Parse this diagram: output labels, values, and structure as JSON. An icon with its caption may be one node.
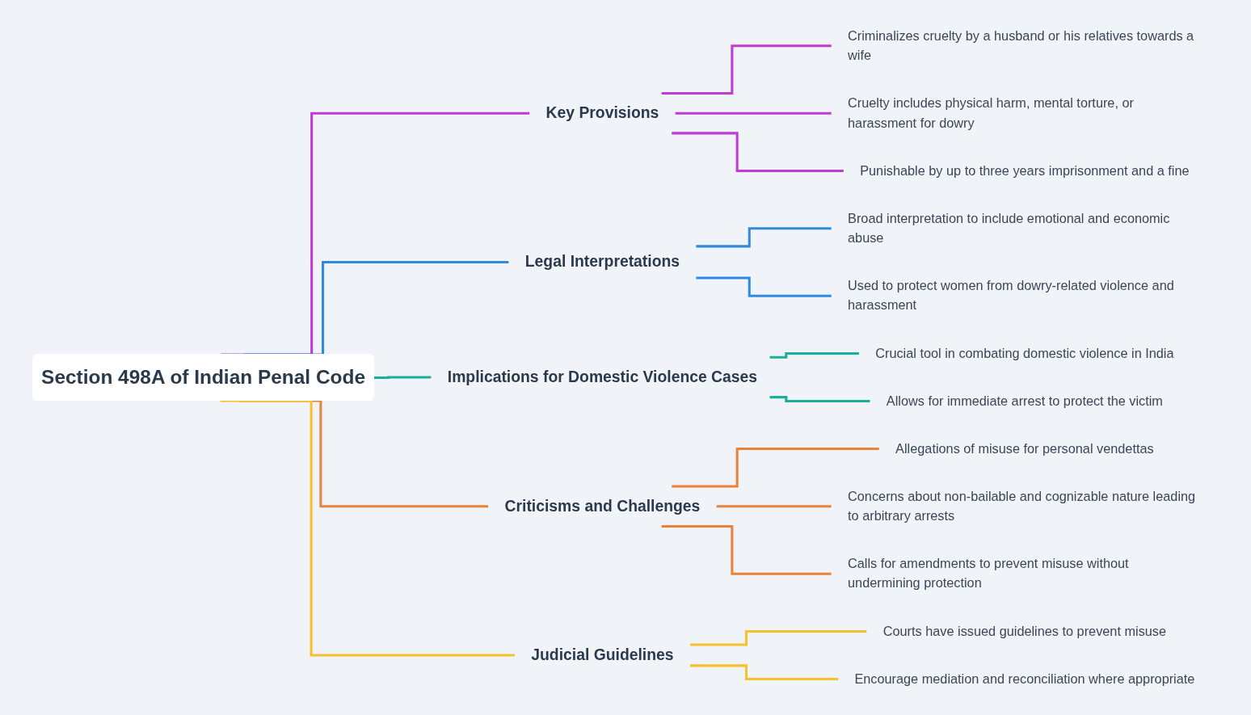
{
  "diagram": {
    "nodes": [
      {
        "text": [
          "Section 498A of Indian Penal Code"
        ]
      },
      {
        "text": [
          "Key Provisions"
        ]
      },
      {
        "text": [
          "Criminalizes cruelty by a husband or his relatives towards a wife"
        ]
      },
      {
        "text": [
          "Cruelty includes physical harm, mental torture, or harassment for dowry"
        ]
      },
      {
        "text": [
          "Punishable by up to three years imprisonment and a fine"
        ]
      },
      {
        "text": [
          "Legal Interpretations"
        ]
      },
      {
        "text": [
          "Broad interpretation to include emotional and economic abuse"
        ]
      },
      {
        "text": [
          "Used to protect women from dowry-related violence and harassment"
        ]
      },
      {
        "text": [
          "Implications for Domestic Violence Cases"
        ]
      },
      {
        "text": [
          "Crucial tool in combating domestic violence in India"
        ]
      },
      {
        "text": [
          "Allows for immediate arrest to protect the victim"
        ]
      },
      {
        "text": [
          "Criticisms and Challenges"
        ]
      },
      {
        "text": [
          "Allegations of misuse for personal vendettas"
        ]
      },
      {
        "text": [
          "Concerns about non-bailable and cognizable nature leading to arbitrary arrests"
        ]
      },
      {
        "text": [
          "Calls for amendments to prevent misuse without undermining protection"
        ]
      },
      {
        "text": [
          "Judicial Guidelines"
        ]
      },
      {
        "text": [
          "Courts have issued guidelines to prevent misuse"
        ]
      },
      {
        "text": [
          "Encourage mediation and reconciliation where appropriate"
        ]
      }
    ],
    "edges": [
      {
        "from": 0,
        "to": 1,
        "arrow": "none",
        "color": "#c13ad6"
      },
      {
        "from": 1,
        "to": 2,
        "arrow": "none",
        "color": "#c13ad6"
      },
      {
        "from": 1,
        "to": 3,
        "arrow": "none",
        "color": "#c13ad6"
      },
      {
        "from": 1,
        "to": 4,
        "arrow": "none",
        "color": "#c13ad6"
      },
      {
        "from": 0,
        "to": 5,
        "arrow": "none",
        "color": "#2f8ade"
      },
      {
        "from": 5,
        "to": 6,
        "arrow": "none",
        "color": "#2f8ade"
      },
      {
        "from": 5,
        "to": 7,
        "arrow": "none",
        "color": "#2f8ade"
      },
      {
        "from": 0,
        "to": 8,
        "arrow": "none",
        "color": "#1aae9c"
      },
      {
        "from": 8,
        "to": 9,
        "arrow": "none",
        "color": "#1aae9c"
      },
      {
        "from": 8,
        "to": 10,
        "arrow": "none",
        "color": "#1aae9c"
      },
      {
        "from": 0,
        "to": 11,
        "arrow": "none",
        "color": "#ea823c"
      },
      {
        "from": 11,
        "to": 12,
        "arrow": "none",
        "color": "#ea823c"
      },
      {
        "from": 11,
        "to": 13,
        "arrow": "none",
        "color": "#ea823c"
      },
      {
        "from": 11,
        "to": 14,
        "arrow": "none",
        "color": "#ea823c"
      },
      {
        "from": 0,
        "to": 15,
        "arrow": "none",
        "color": "#f6c12d"
      },
      {
        "from": 15,
        "to": 16,
        "arrow": "none",
        "color": "#f6c12d"
      },
      {
        "from": 15,
        "to": 17,
        "arrow": "none",
        "color": "#f6c12d"
      }
    ]
  }
}
